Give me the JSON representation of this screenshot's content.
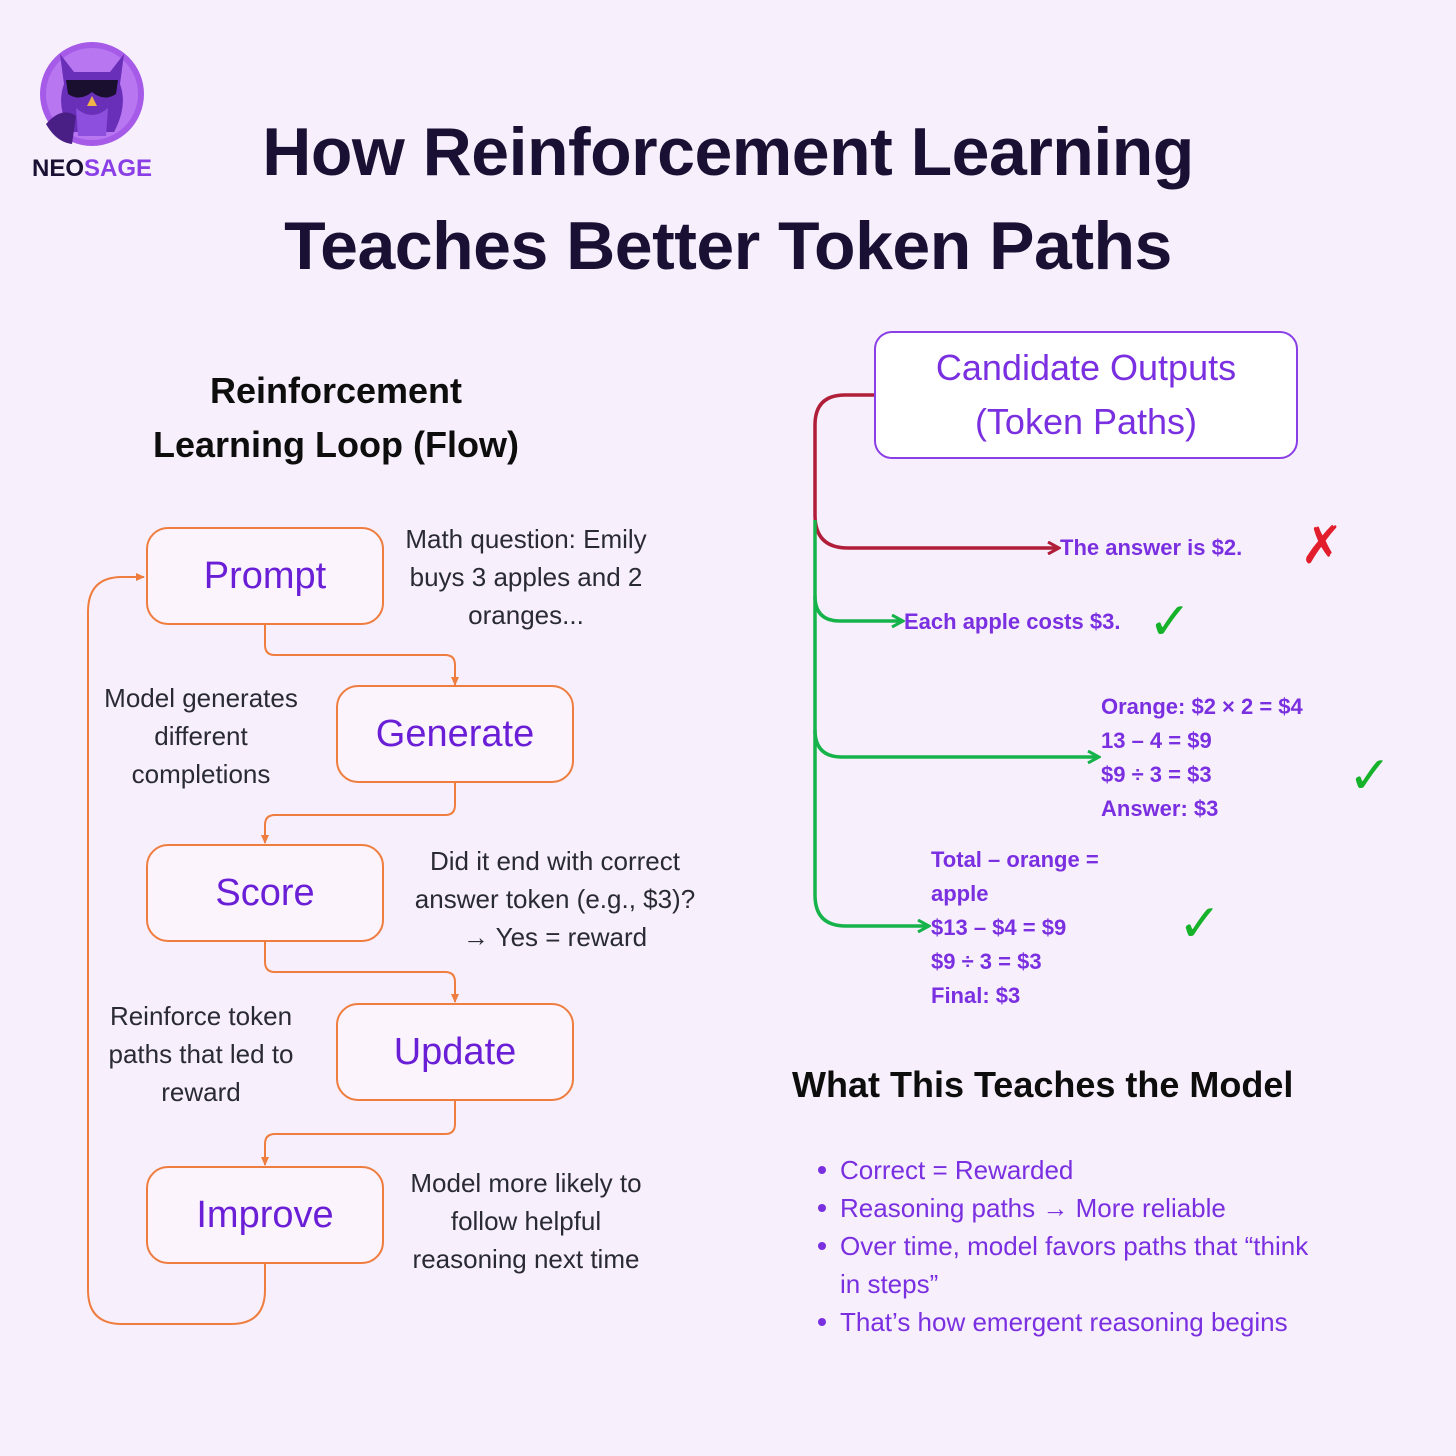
{
  "brand": {
    "part1": "NEO",
    "part2": "SAGE"
  },
  "title": {
    "line1": "How Reinforcement Learning",
    "line2": "Teaches Better Token Paths"
  },
  "loop": {
    "title_line1": "Reinforcement",
    "title_line2": "Learning Loop (Flow)",
    "steps": [
      {
        "label": "Prompt",
        "note": [
          "Math question: Emily",
          "buys 3 apples and 2",
          "oranges..."
        ]
      },
      {
        "label": "Generate",
        "note": [
          "Model generates",
          "different",
          "completions"
        ]
      },
      {
        "label": "Score",
        "note": [
          "Did it end with correct",
          "answer token (e.g., $3)?",
          "→ Yes = reward"
        ]
      },
      {
        "label": "Update",
        "note": [
          "Reinforce token",
          "paths that led to",
          "reward"
        ]
      },
      {
        "label": "Improve",
        "note": [
          "Model more likely to",
          "follow helpful",
          "reasoning next time"
        ]
      }
    ]
  },
  "candidates": {
    "title_line1": "Candidate Outputs",
    "title_line2": "(Token Paths)",
    "paths": [
      {
        "lines": [
          "The answer is $2."
        ],
        "result": "✗"
      },
      {
        "lines": [
          "Each apple costs $3."
        ],
        "result": "✓"
      },
      {
        "lines": [
          "Orange: $2 × 2 = $4",
          "13 – 4 = $9",
          "$9 ÷ 3 = $3",
          "Answer: $3"
        ],
        "result": "✓"
      },
      {
        "lines": [
          "Total – orange =",
          "apple",
          "$13 – $4 = $9",
          "$9 ÷ 3 = $3",
          "Final: $3"
        ],
        "result": "✓"
      }
    ]
  },
  "lessons": {
    "title": "What This Teaches the Model",
    "items": [
      "Correct = Rewarded",
      "Reasoning paths → More reliable",
      "Over time, model favors paths that “think",
      "in steps”",
      "That’s how emergent reasoning begins"
    ]
  },
  "colors": {
    "background": "#f7f0fc",
    "loop_line": "#ee7d3f",
    "accent_purple": "#7a2fe0",
    "correct_green": "#16b22a",
    "wrong_red": "#e21e2c",
    "rejected_branch": "#b01e3a"
  }
}
